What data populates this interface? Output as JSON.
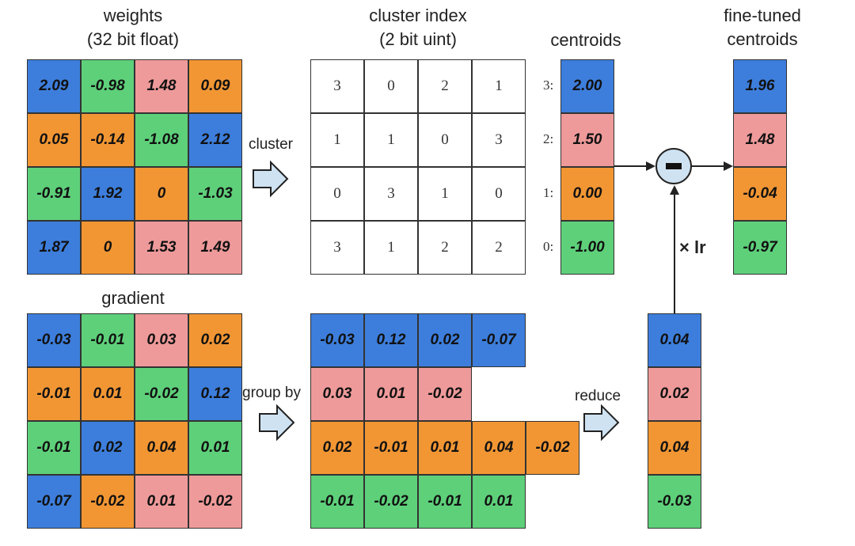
{
  "titles": {
    "weights_line1": "weights",
    "weights_line2": "(32 bit float)",
    "cluster_index_line1": "cluster index",
    "cluster_index_line2": "(2 bit uint)",
    "centroids": "centroids",
    "fine_tuned_line1": "fine-tuned",
    "fine_tuned_line2": "centroids",
    "gradient": "gradient"
  },
  "arrow_labels": {
    "cluster": "cluster",
    "group_by": "group by",
    "reduce": "reduce",
    "lr": "× lr",
    "minus": "−"
  },
  "colors": {
    "cluster_3": "#3d7edc",
    "cluster_2": "#ef9a9a",
    "cluster_1": "#f29634",
    "cluster_0": "#5ed07a"
  },
  "weights": [
    [
      {
        "v": "2.09",
        "c": 3
      },
      {
        "v": "-0.98",
        "c": 0
      },
      {
        "v": "1.48",
        "c": 2
      },
      {
        "v": "0.09",
        "c": 1
      }
    ],
    [
      {
        "v": "0.05",
        "c": 1
      },
      {
        "v": "-0.14",
        "c": 1
      },
      {
        "v": "-1.08",
        "c": 0
      },
      {
        "v": "2.12",
        "c": 3
      }
    ],
    [
      {
        "v": "-0.91",
        "c": 0
      },
      {
        "v": "1.92",
        "c": 3
      },
      {
        "v": "0",
        "c": 1
      },
      {
        "v": "-1.03",
        "c": 0
      }
    ],
    [
      {
        "v": "1.87",
        "c": 3
      },
      {
        "v": "0",
        "c": 1
      },
      {
        "v": "1.53",
        "c": 2
      },
      {
        "v": "1.49",
        "c": 2
      }
    ]
  ],
  "cluster_index": [
    [
      "3",
      "0",
      "2",
      "1"
    ],
    [
      "1",
      "1",
      "0",
      "3"
    ],
    [
      "0",
      "3",
      "1",
      "0"
    ],
    [
      "3",
      "1",
      "2",
      "2"
    ]
  ],
  "centroids": [
    {
      "idx": "3:",
      "v": "2.00",
      "c": 3
    },
    {
      "idx": "2:",
      "v": "1.50",
      "c": 2
    },
    {
      "idx": "1:",
      "v": "0.00",
      "c": 1
    },
    {
      "idx": "0:",
      "v": "-1.00",
      "c": 0
    }
  ],
  "fine_tuned_centroids": [
    {
      "v": "1.96",
      "c": 3
    },
    {
      "v": "1.48",
      "c": 2
    },
    {
      "v": "-0.04",
      "c": 1
    },
    {
      "v": "-0.97",
      "c": 0
    }
  ],
  "gradient": [
    [
      {
        "v": "-0.03",
        "c": 3
      },
      {
        "v": "-0.01",
        "c": 0
      },
      {
        "v": "0.03",
        "c": 2
      },
      {
        "v": "0.02",
        "c": 1
      }
    ],
    [
      {
        "v": "-0.01",
        "c": 1
      },
      {
        "v": "0.01",
        "c": 1
      },
      {
        "v": "-0.02",
        "c": 0
      },
      {
        "v": "0.12",
        "c": 3
      }
    ],
    [
      {
        "v": "-0.01",
        "c": 0
      },
      {
        "v": "0.02",
        "c": 3
      },
      {
        "v": "0.04",
        "c": 1
      },
      {
        "v": "0.01",
        "c": 0
      }
    ],
    [
      {
        "v": "-0.07",
        "c": 3
      },
      {
        "v": "-0.02",
        "c": 1
      },
      {
        "v": "0.01",
        "c": 2
      },
      {
        "v": "-0.02",
        "c": 2
      }
    ]
  ],
  "grouped_gradient": [
    {
      "c": 3,
      "values": [
        "-0.03",
        "0.12",
        "0.02",
        "-0.07"
      ]
    },
    {
      "c": 2,
      "values": [
        "0.03",
        "0.01",
        "-0.02"
      ]
    },
    {
      "c": 1,
      "values": [
        "0.02",
        "-0.01",
        "0.01",
        "0.04",
        "-0.02"
      ]
    },
    {
      "c": 0,
      "values": [
        "-0.01",
        "-0.02",
        "-0.01",
        "0.01"
      ]
    }
  ],
  "reduced_gradient": [
    {
      "v": "0.04",
      "c": 3
    },
    {
      "v": "0.02",
      "c": 2
    },
    {
      "v": "0.04",
      "c": 1
    },
    {
      "v": "-0.03",
      "c": 0
    }
  ]
}
